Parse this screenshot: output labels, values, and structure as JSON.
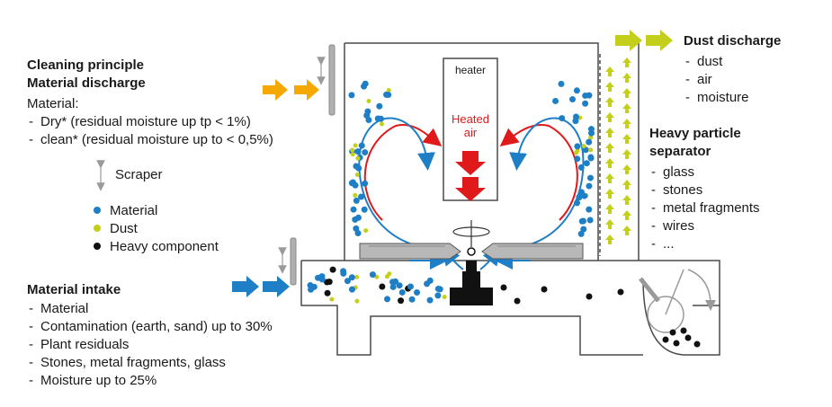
{
  "left": {
    "cleaning_title": "Cleaning principle",
    "discharge_title": "Material discharge",
    "material_label": "Material:",
    "material_items": [
      "Dry* (residual moisture up tp < 1%)",
      "clean* (residual moisture up to < 0,5%)"
    ]
  },
  "legend": {
    "scraper": "Scraper",
    "material": "Material",
    "dust": "Dust",
    "heavy": "Heavy component"
  },
  "intake": {
    "title": "Material intake",
    "items": [
      "Material",
      "Contamination (earth, sand) up to 30%",
      "Plant residuals",
      "Stones, metal fragments, glass",
      "Moisture up to 25%"
    ]
  },
  "dust_discharge": {
    "title": "Dust discharge",
    "items": [
      "dust",
      "air",
      "moisture"
    ]
  },
  "separator": {
    "title_line1": "Heavy particle",
    "title_line2": "separator",
    "items": [
      "glass",
      "stones",
      "metal fragments",
      "wires",
      "..."
    ]
  },
  "heater": {
    "label": "heater",
    "heated_line1": "Heated",
    "heated_line2": "air"
  },
  "colors": {
    "material": "#1f7fc6",
    "dust": "#c3cf1a",
    "heavy": "#111111",
    "discharge_arrow": "#f5a800",
    "intake_arrow": "#1f7fc6",
    "dust_arrow": "#c3cf1a",
    "hot_air": "#e0191b",
    "flow": "#1f7fc6"
  }
}
